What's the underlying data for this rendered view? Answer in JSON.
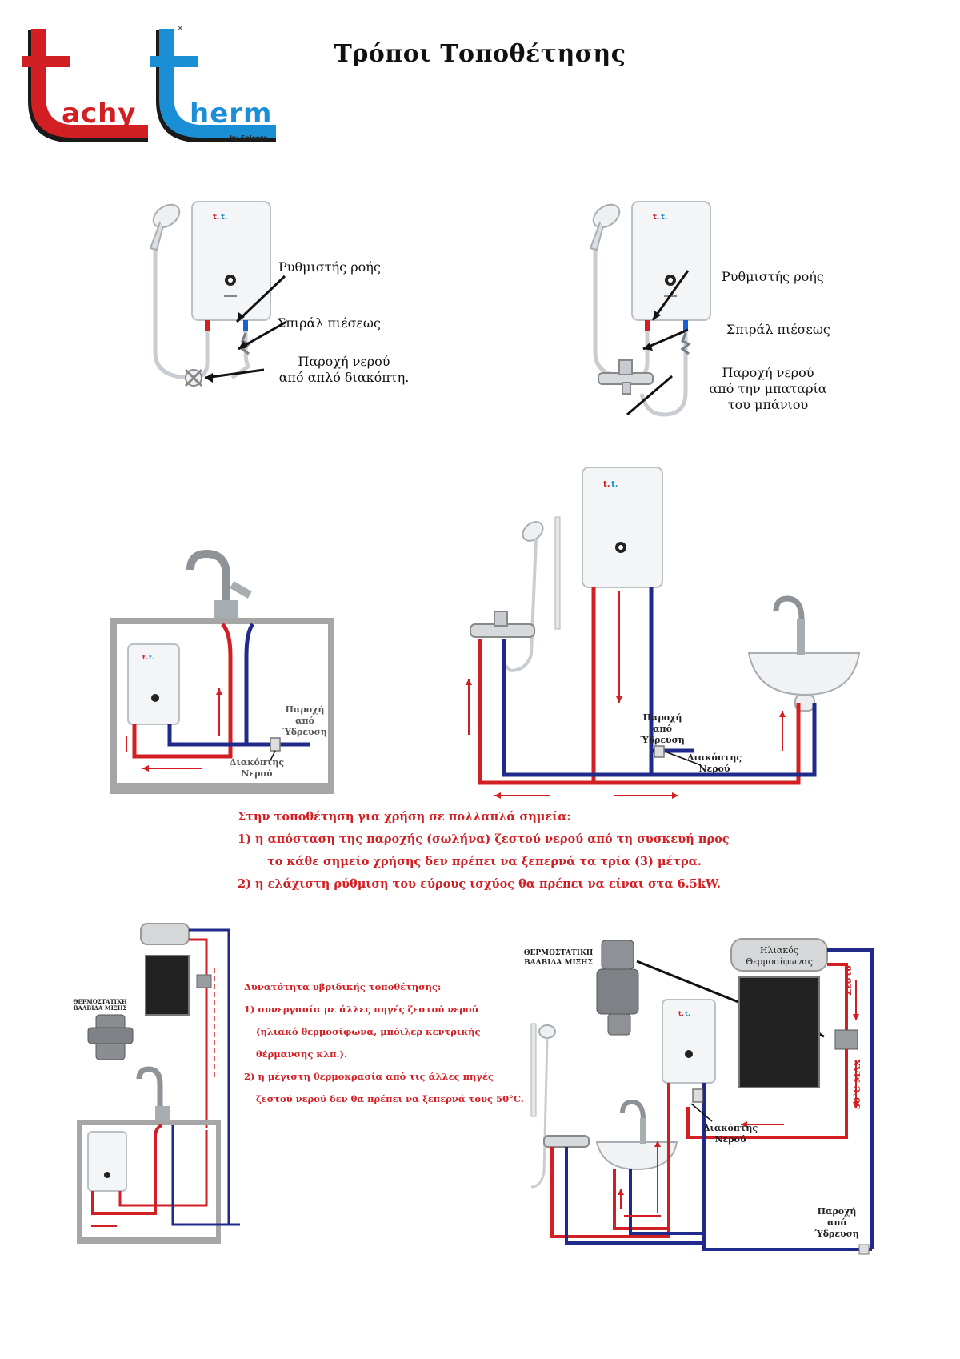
{
  "brand": {
    "logo_text_1": "achy",
    "logo_text_2": "herm",
    "byline": "by Solcore",
    "red": "#d11f24",
    "blue": "#1a8fd6"
  },
  "title": "Τρόποι Τοποθέτησης",
  "diagram_1": {
    "flow_regulator": "Ρυθμιστής ροής",
    "pressure_coil": "Σπιράλ πιέσεως",
    "supply_line1": "Παροχή νερού",
    "supply_line2": "από απλό διακόπτη."
  },
  "diagram_2": {
    "flow_regulator": "Ρυθμιστής ροής",
    "pressure_coil": "Σπιράλ πιέσεως",
    "supply_line1": "Παροχή νερού",
    "supply_line2": "από την μπαταρία",
    "supply_line3": "του μπάνιου"
  },
  "diagram_3": {
    "supply_line1": "Παροχή",
    "supply_line2": "από",
    "supply_line3": "Ύδρευση",
    "valve_line1": "Διακόπτης",
    "valve_line2": "Νερού"
  },
  "diagram_4": {
    "supply_line1": "Παροχή",
    "supply_line2": "από",
    "supply_line3": "Ύδρευση",
    "valve_line1": "Διακόπτης",
    "valve_line2": "Νερού"
  },
  "multi_point_note": {
    "line1": "Στην τοποθέτηση για χρήση σε πολλαπλά σημεία:",
    "line2": "1) η απόσταση της παροχής (σωλήνα) ζεστού νερού από τη συσκευή προς",
    "line3": "το κάθε σημείο χρήσης δεν πρέπει να ξεπερνά τα τρία (3) μέτρα.",
    "line4": "2) η ελάχιστη ρύθμιση του εύρους ισχύος θα πρέπει να είναι στα 6.5kW."
  },
  "hybrid_note": {
    "line1": "Δυνατότητα υβριδικής τοποθέτησης:",
    "line2": "1) συνεργασία με άλλες πηγές ζεστού νερού",
    "line3": "(ηλιακό θερμοσίφωνα, μπόιλερ κεντρικής",
    "line4": "θέρμανσης κλπ.).",
    "line5": "2) η μέγιστη θερμοκρασία από τις άλλες πηγές",
    "line6": "ζεστού νερού δεν θα πρέπει να ξεπερνά τους 50°C."
  },
  "diagram_5": {
    "valve_label1": "ΘΕΡΜΟΣΤΑΤΙΚΗ",
    "valve_label2": "ΒΑΛΒΙΔΑ ΜΙΞΗΣ"
  },
  "diagram_6": {
    "valve_label1": "ΘΕΡΜΟΣΤΑΤΙΚΗ",
    "valve_label2": "ΒΑΛΒΙΔΑ ΜΙΞΗΣ",
    "solar_line1": "Ηλιακός",
    "solar_line2": "Θερμοσίφωνας",
    "hot_label": "Ζεστό",
    "max_label": "50°C MAX",
    "valve_line1": "Διακόπτης",
    "valve_line2": "Νερού",
    "supply_line1": "Παροχή",
    "supply_line2": "από",
    "supply_line3": "Ύδρευση"
  }
}
